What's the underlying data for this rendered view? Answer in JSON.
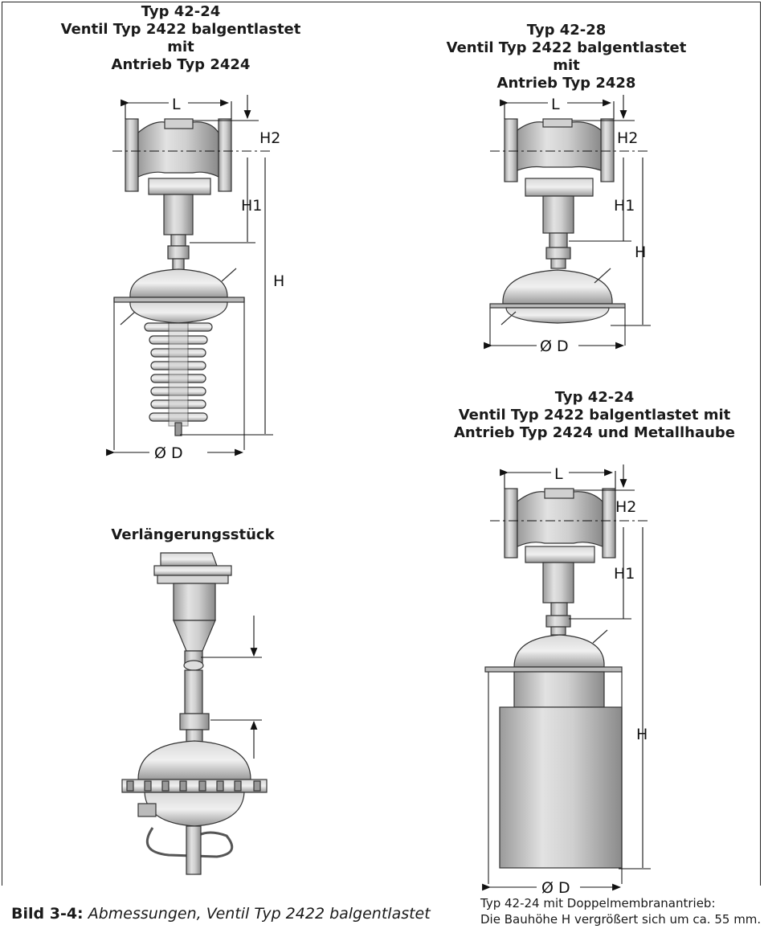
{
  "figures": {
    "top_left": {
      "title_line1": "Typ 42-24",
      "title_line2": "Ventil Typ 2422 balgentlastet mit",
      "title_line3": "Antrieb Typ 2424",
      "labels": {
        "L": "L",
        "H2": "H2",
        "H1": "H1",
        "H": "H",
        "D": "Ø D"
      }
    },
    "top_right": {
      "title_line1": "Typ 42-28",
      "title_line2": "Ventil Typ 2422 balgentlastet mit",
      "title_line3": "Antrieb Typ 2428",
      "labels": {
        "L": "L",
        "H2": "H2",
        "H1": "H1",
        "H": "H",
        "D": "Ø D"
      }
    },
    "bottom_left": {
      "title": "Verlängerungsstück"
    },
    "bottom_right": {
      "title_line1": "Typ 42-24",
      "title_line2": "Ventil Typ 2422 balgentlastet mit",
      "title_line3": "Antrieb Typ 2424 und Metallhaube",
      "labels": {
        "L": "L",
        "H2": "H2",
        "H1": "H1",
        "H": "H",
        "D": "Ø D"
      }
    }
  },
  "caption": {
    "label": "Bild 3-4:",
    "text": "Abmessungen, Ventil Typ 2422 balgentlastet"
  },
  "note": {
    "line1": "Typ 42-24 mit Doppelmembranantrieb:",
    "line2": "Die Bauhöhe H vergrößert sich um ca. 55 mm."
  }
}
